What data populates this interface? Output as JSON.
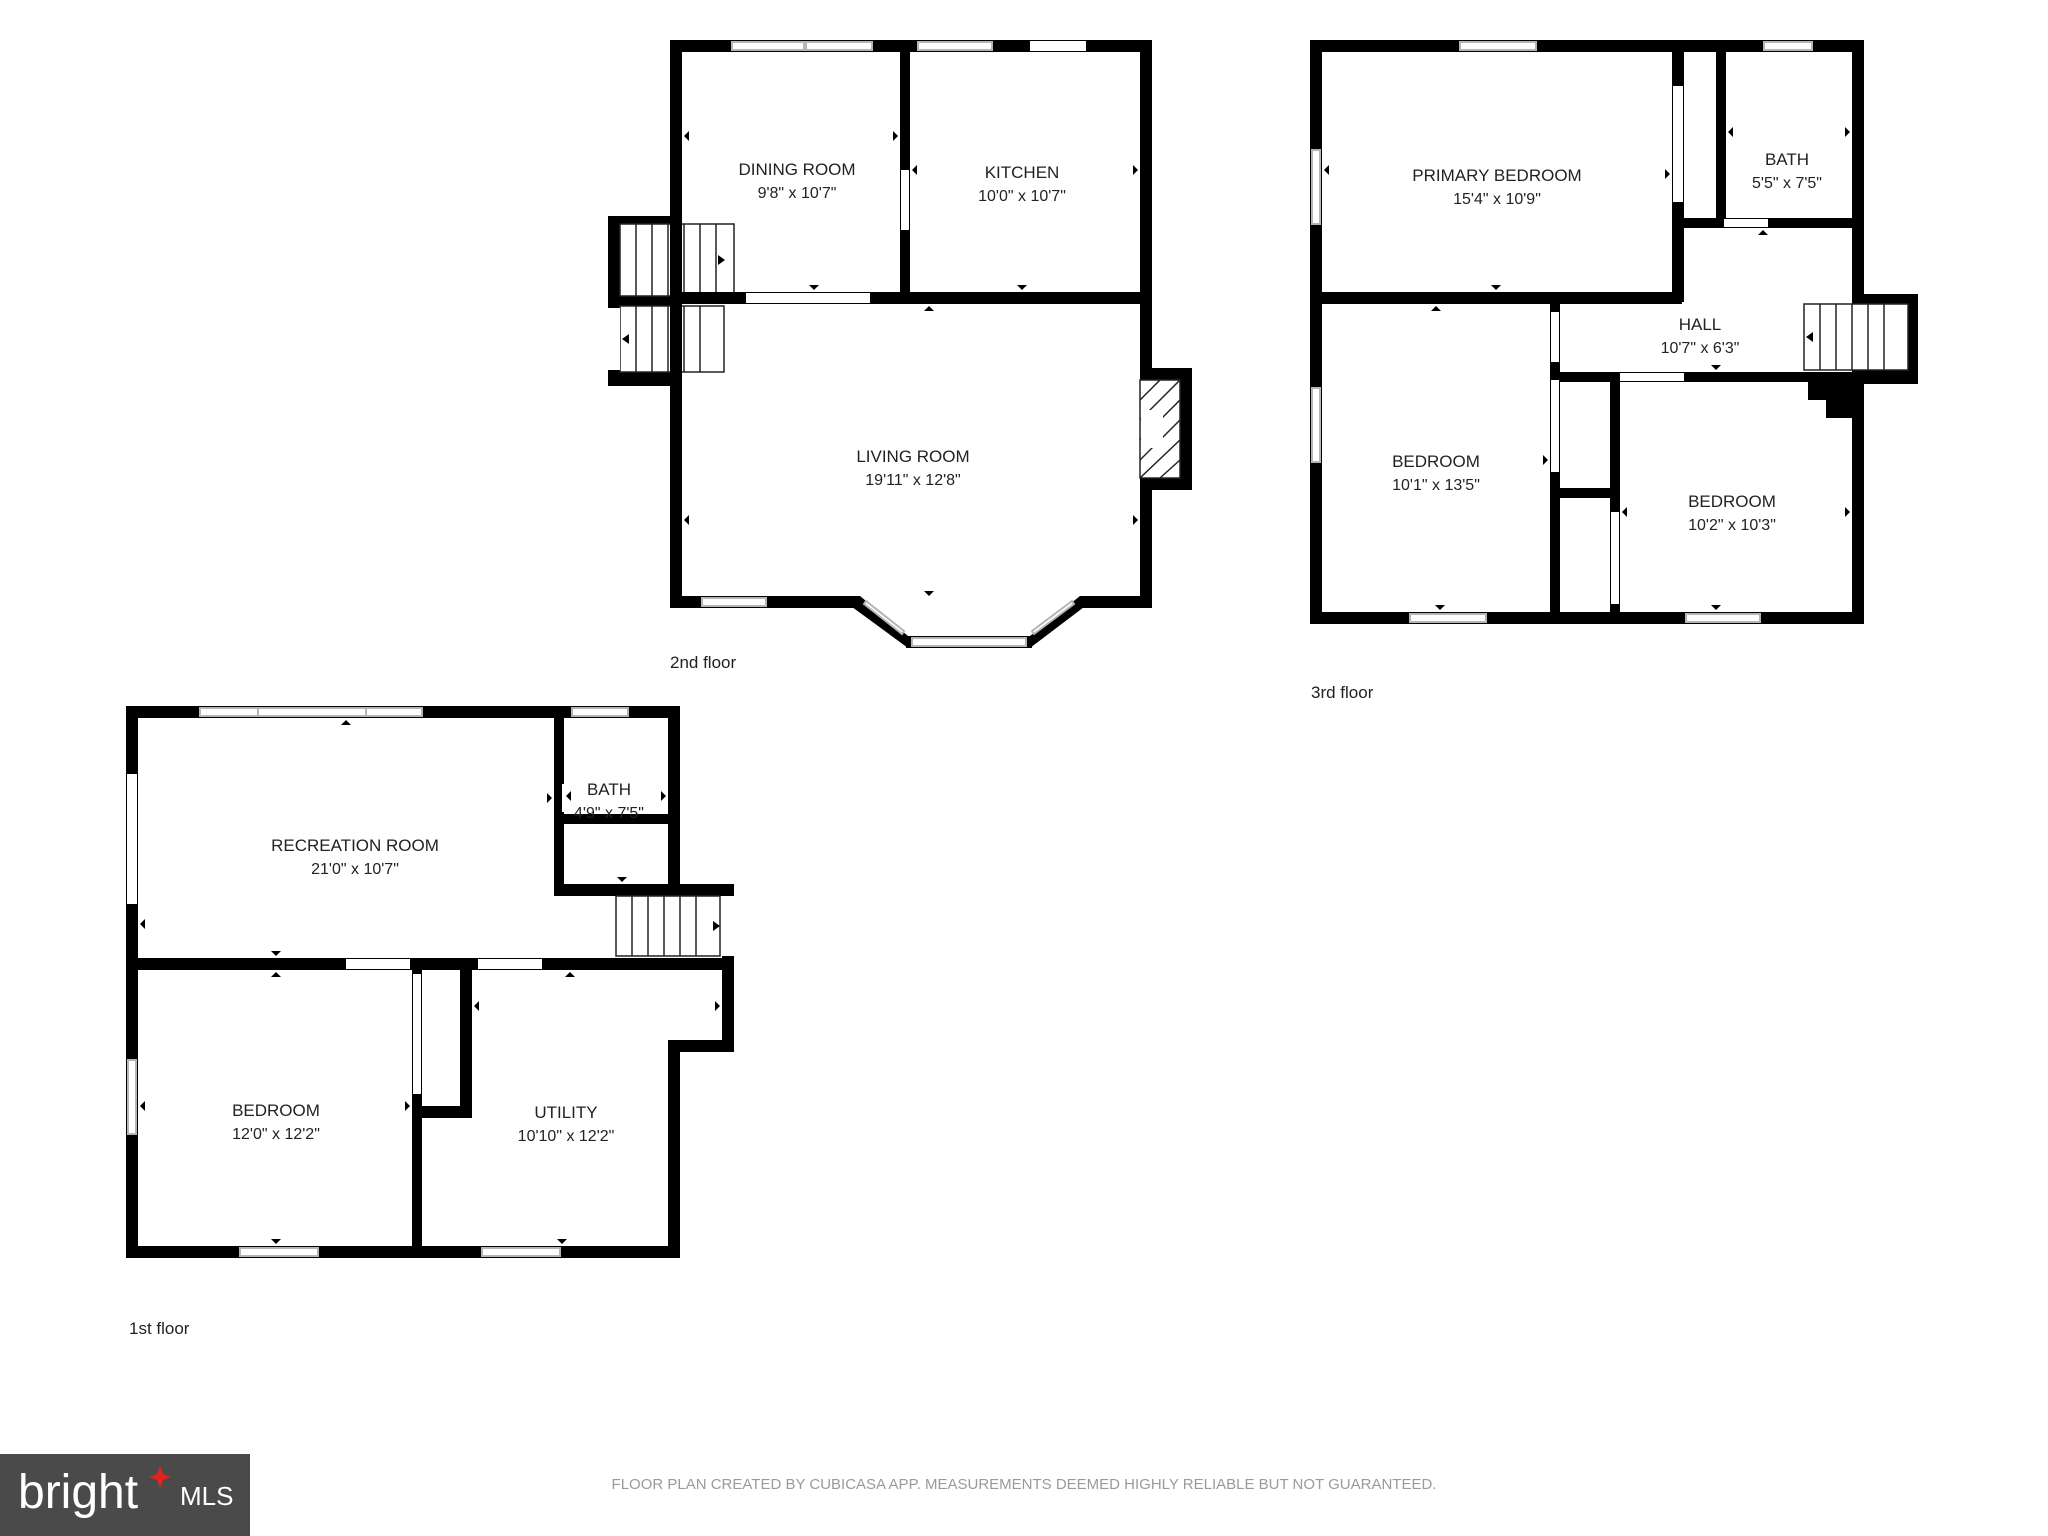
{
  "floors": {
    "first": {
      "label": "1st floor",
      "rooms": {
        "recreation": {
          "name": "RECREATION ROOM",
          "dims": "21'0\" x 10'7\""
        },
        "bath": {
          "name": "BATH",
          "dims": "4'9\" x 7'5\""
        },
        "bedroom": {
          "name": "BEDROOM",
          "dims": "12'0\" x 12'2\""
        },
        "utility": {
          "name": "UTILITY",
          "dims": "10'10\" x 12'2\""
        }
      }
    },
    "second": {
      "label": "2nd floor",
      "rooms": {
        "dining": {
          "name": "DINING ROOM",
          "dims": "9'8\" x 10'7\""
        },
        "kitchen": {
          "name": "KITCHEN",
          "dims": "10'0\" x 10'7\""
        },
        "living": {
          "name": "LIVING ROOM",
          "dims": "19'11\" x 12'8\""
        }
      }
    },
    "third": {
      "label": "3rd floor",
      "rooms": {
        "primary": {
          "name": "PRIMARY BEDROOM",
          "dims": "15'4\" x 10'9\""
        },
        "bath": {
          "name": "BATH",
          "dims": "5'5\" x 7'5\""
        },
        "hall": {
          "name": "HALL",
          "dims": "10'7\" x 6'3\""
        },
        "bedroom_left": {
          "name": "BEDROOM",
          "dims": "10'1\" x 13'5\""
        },
        "bedroom_right": {
          "name": "BEDROOM",
          "dims": "10'2\" x 10'3\""
        }
      }
    }
  },
  "footer": {
    "note": "FLOOR PLAN CREATED BY CUBICASA APP. MEASUREMENTS DEEMED HIGHLY RELIABLE BUT NOT GUARANTEED."
  },
  "logo": {
    "brand": "bright",
    "suffix": "MLS",
    "bg_color": "#4a4a4a",
    "accent_color": "#e2231a"
  }
}
